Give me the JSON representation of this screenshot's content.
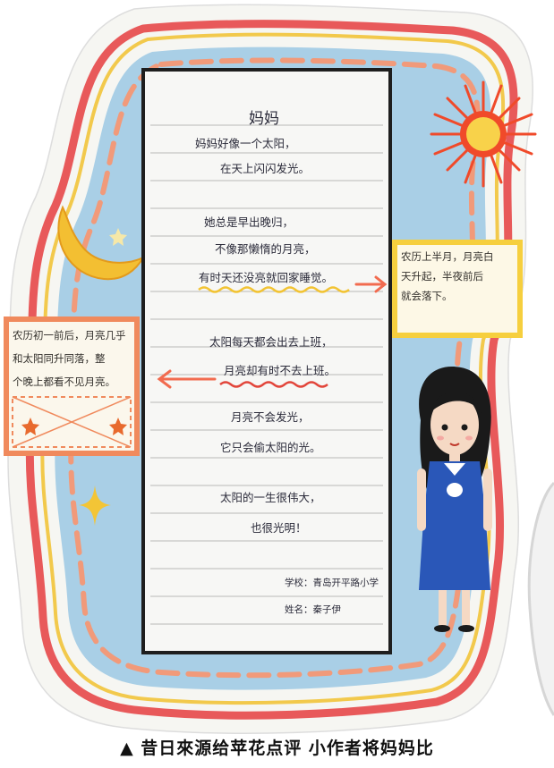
{
  "poem": {
    "title": "妈妈",
    "stanzas": [
      [
        "妈妈好像一个太阳，",
        "在天上闪闪发光。"
      ],
      [
        "她总是早出晚归，",
        "不像那懒惰的月亮，",
        "有时天还没亮就回家睡觉。"
      ],
      [
        "太阳每天都会出去上班，",
        "月亮却有时不去上班。"
      ],
      [
        "月亮不会发光，",
        "它只会偷太阳的光。"
      ],
      [
        "太阳的一生很伟大，",
        "也很光明！"
      ]
    ],
    "school_label": "学校：",
    "school": "青岛开平路小学",
    "name_label": "姓名：",
    "name": "秦子伊"
  },
  "notes": {
    "left": [
      "农历初一前后，月亮几乎",
      "和太阳同升同落，整",
      "个晚上都看不见月亮。"
    ],
    "right": [
      "农历上半月，月亮白",
      "天升起，半夜前后",
      "就会落下。"
    ]
  },
  "caption": "▲ 昔日來源给苹花点评 小作者将妈妈比",
  "colors": {
    "sky": "#a9cfe6",
    "border_red": "#e8595a",
    "border_yellow": "#f2c94c",
    "dash_orange": "#f19a7a",
    "paper": "#f7f7f5",
    "frame": "#1e1e1e",
    "sun": "#f04a2a",
    "moon": "#f3bf32",
    "skirt": "#2a57b8",
    "hair": "#1a1a1a"
  }
}
